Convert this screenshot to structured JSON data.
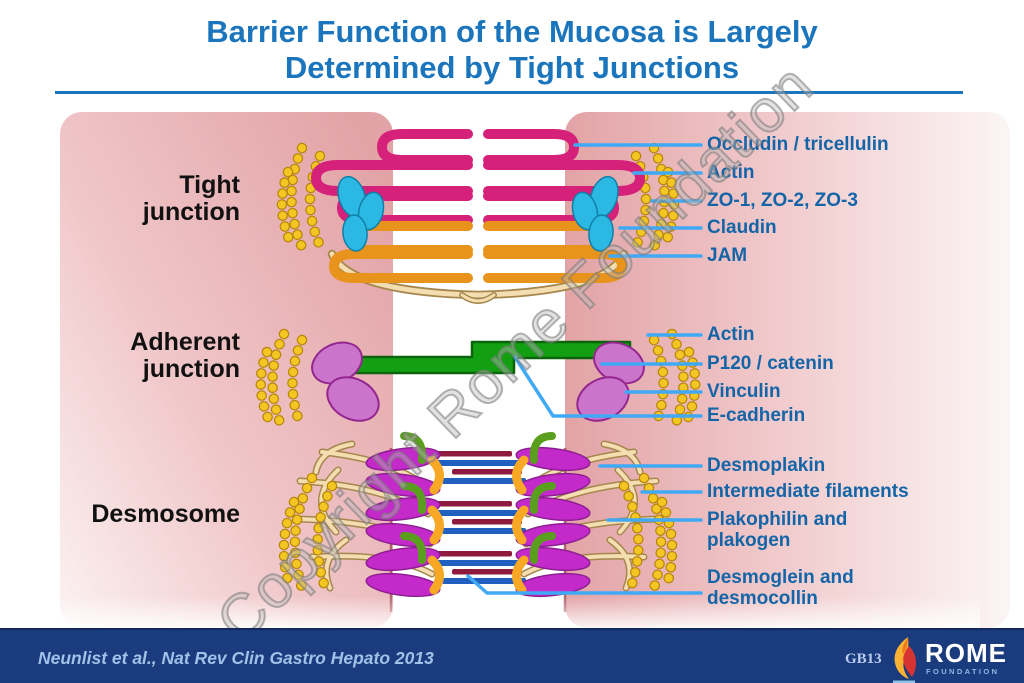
{
  "slide": {
    "title_line1": "Barrier Function of the Mucosa is Largely",
    "title_line2": "Determined by Tight Junctions",
    "watermark": "Copyright Rome Foundation"
  },
  "left_labels": [
    {
      "text": "Tight\njunction"
    },
    {
      "text": "Adherent\njunction"
    },
    {
      "text": "Desmosome"
    }
  ],
  "right_labels": [
    {
      "text": "Occludin / tricellulin"
    },
    {
      "text": "Actin"
    },
    {
      "text": "ZO-1, ZO-2, ZO-3"
    },
    {
      "text": "Claudin"
    },
    {
      "text": "JAM"
    },
    {
      "text": "Actin"
    },
    {
      "text": "P120 / catenin"
    },
    {
      "text": "Vinculin"
    },
    {
      "text": "E-cadherin"
    },
    {
      "text": "Desmoplakin"
    },
    {
      "text": "Intermediate filaments"
    },
    {
      "text": "Plakophilin and\nplakogen"
    },
    {
      "text": "Desmoglein and\ndesmocollin"
    }
  ],
  "footer": {
    "citation": "Neunlist et al., Nat Rev Clin Gastro Hepato 2013",
    "slide_code": "GB13",
    "logo_name": "ROME",
    "logo_sub": "FOUNDATION"
  },
  "colors": {
    "title_blue": "#1B75BC",
    "label_blue": "#1465A8",
    "leader_blue": "#3FA9F5",
    "footer_navy": "#1A3B7D",
    "occludin_pink": "#D6217A",
    "claudin_orange": "#E8931C",
    "zo_cyan": "#2BB9E3",
    "jam_tan": "#F4DDB0",
    "actin_yellow": "#F3C623",
    "ecadherin_green": "#12A012",
    "catenin_purple": "#CB74CB",
    "desmosome_magenta": "#C32AC9",
    "cell_pink": "#E4A6A9"
  }
}
